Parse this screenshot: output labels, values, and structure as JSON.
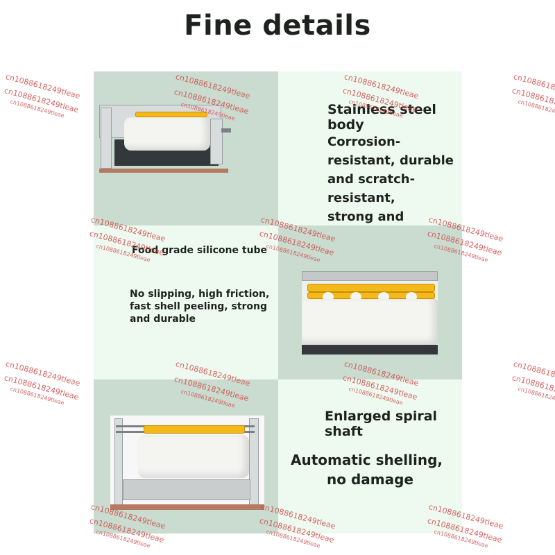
{
  "title": "Fine details",
  "features": [
    {
      "heading": "Stainless steel body",
      "body_lines": [
        "Corrosion-resistant, durable",
        "and scratch-resistant,",
        "strong and durable"
      ]
    },
    {
      "heading": "Food grade silicone tube",
      "body_lines": [
        "No slipping, high friction,",
        "fast shell peeling, strong",
        "and durable"
      ]
    },
    {
      "heading": "Enlarged spiral shaft",
      "body_lines": [
        "Automatic shelling,",
        "no damage"
      ]
    }
  ],
  "watermark": "cn1088618249tleae",
  "colors": {
    "panel_green": "#c9dccf",
    "panel_light": "#eefaf0",
    "roller_yellow": "#f3b81a",
    "watermark_red": "#d04a4a"
  }
}
